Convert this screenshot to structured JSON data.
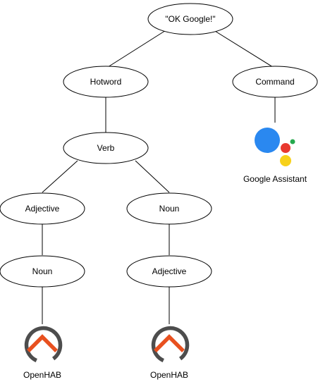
{
  "nodes": {
    "root": "\"OK Google!\"",
    "hotword": "Hotword",
    "command": "Command",
    "verb": "Verb",
    "adjective_left": "Adjective",
    "noun_right": "Noun",
    "noun_left": "Noun",
    "adjective_right": "Adjective"
  },
  "logos": {
    "google_assistant": {
      "caption": "Google Assistant",
      "icon": "google-assistant-icon",
      "colors": {
        "blue": "#2a88f0",
        "red": "#e8392f",
        "yellow": "#f7d11a",
        "green": "#26a94d"
      }
    },
    "openhab_left": {
      "caption": "OpenHAB",
      "icon": "openhab-icon",
      "colors": {
        "ring": "#4d4d4d",
        "roof": "#e8501f"
      }
    },
    "openhab_right": {
      "caption": "OpenHAB",
      "icon": "openhab-icon",
      "colors": {
        "ring": "#4d4d4d",
        "roof": "#e8501f"
      }
    }
  }
}
